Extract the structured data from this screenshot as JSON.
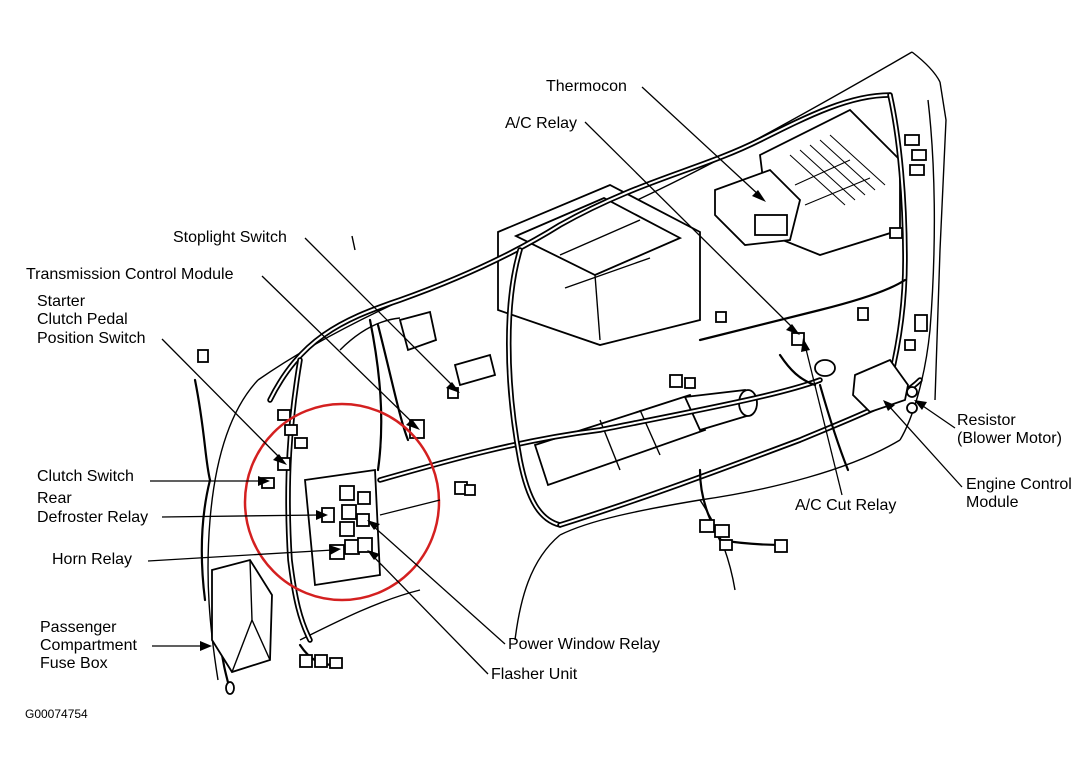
{
  "diagram_code": "G00074754",
  "highlight_color": "#d42020",
  "labels": {
    "thermocon": "Thermocon",
    "ac_relay": "A/C Relay",
    "stoplight_switch": "Stoplight  Switch",
    "tcm": "Transmission Control Module",
    "starter_clutch": [
      "Starter",
      "Clutch Pedal",
      "Position Switch"
    ],
    "clutch_switch": "Clutch Switch",
    "rear_defroster": [
      "Rear",
      "Defroster Relay"
    ],
    "horn_relay": "Horn Relay",
    "passenger_fuse_box": [
      "Passenger",
      "Compartment",
      "Fuse Box"
    ],
    "power_window_relay": "Power Window Relay",
    "flasher_unit": "Flasher Unit",
    "ac_cut_relay": "A/C Cut Relay",
    "resistor": [
      "Resistor",
      "(Blower Motor)"
    ],
    "ecm": [
      "Engine Control",
      "Module"
    ]
  }
}
